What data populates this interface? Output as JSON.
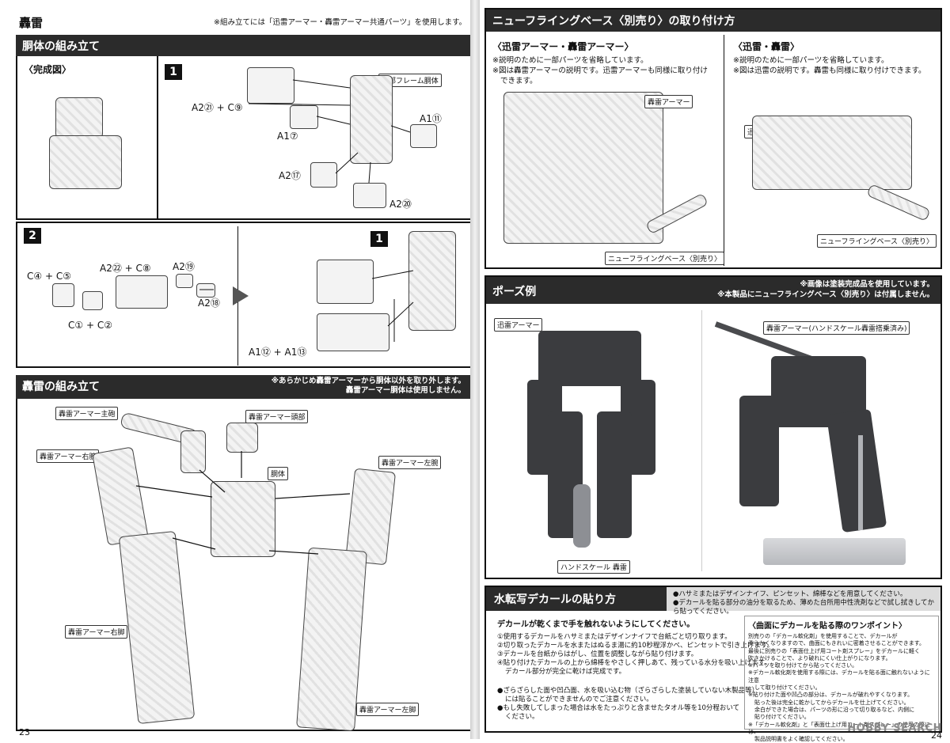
{
  "left": {
    "title": "轟雷",
    "top_note": "※組み立てには「迅雷アーマー・轟雷アーマー共通パーツ」を使用します。",
    "torso_section": {
      "header": "胴体の組み立て",
      "complete_label": "〈完成図〉",
      "step1": {
        "num": "1",
        "tag": "内部フレーム胴体",
        "labels": [
          "A2㉑ + C⑨",
          "A1⑦",
          "A1⑪",
          "A2⑰",
          "A2⑳"
        ]
      },
      "step2": {
        "num": "2",
        "labels": [
          "C④ + C⑤",
          "A2㉒ + C⑧",
          "A2⑲",
          "A2⑱",
          "C① + C②",
          "A1⑫ + A1⑬"
        ],
        "ref_num": "1"
      }
    },
    "assembly_section": {
      "header": "轟雷の組み立て",
      "note1": "※あらかじめ轟雷アーマーから胴体以外を取り外します。",
      "note2": "轟雷アーマー胴体は使用しません。",
      "labels": {
        "cannon": "轟雷アーマー主砲",
        "head": "轟雷アーマー頭部",
        "right_arm": "轟雷アーマー右腕",
        "left_arm": "轟雷アーマー左腕",
        "torso": "胴体",
        "right_leg": "轟雷アーマー右脚",
        "left_leg": "轟雷アーマー左脚"
      }
    },
    "page_num": "23"
  },
  "right": {
    "base_section": {
      "header": "ニューフライングベース〈別売り〉の取り付け方",
      "sub1": {
        "title": "〈迅雷アーマー・轟雷アーマー〉",
        "notes": [
          "※説明のために一部パーツを省略しています。",
          "※図は轟雷アーマーの説明です。迅雷アーマーも同様に取り付け",
          "できます。"
        ],
        "tag_armor": "轟雷アーマー",
        "tag_base": "ニューフライングベース〈別売り〉"
      },
      "sub2": {
        "title": "〈迅雷・轟雷〉",
        "notes": [
          "※説明のために一部パーツを省略しています。",
          "※図は迅雷の説明です。轟雷も同様に取り付けできます。"
        ],
        "tag_unit": "迅雷",
        "tag_base": "ニューフライングベース〈別売り〉"
      }
    },
    "pose_section": {
      "header": "ポーズ例",
      "notes": [
        "※画像は塗装完成品を使用しています。",
        "※本製品にニューフライングベース〈別売り〉は付属しません。"
      ],
      "tag_left": "迅雷アーマー",
      "tag_left_bottom": "ハンドスケール 轟雷",
      "tag_right": "轟雷アーマー(ハンドスケール轟雷搭乗済み)"
    },
    "decal_section": {
      "header": "水転写デカールの貼り方",
      "header_notes": [
        "●ハサミまたはデザインナイフ、ピンセット、綿棒などを用意してください。",
        "●デカールを貼る部分の油分を取るため、薄めた台所用中性洗剤などで試し拭きしてから貼ってください。"
      ],
      "warn": "デカールが乾くまで手を触れないようにしてください。",
      "steps": [
        "①使用するデカールをハサミまたはデザインナイフで台紙ごと切り取ります。",
        "②切り取ったデカールを水またはぬるま湯に約10秒程浮かべ、ピンセットで引き上げます。",
        "③デカールを台紙からはがし、位置を調整しながら貼り付けます。",
        "④貼り付けたデカールの上から綿棒をやさしく押しあて、残っている水分を吸い上げます。",
        "デカール部分が完全に乾けば完成です。"
      ],
      "bullets": [
        "●ざらざらした面や凹凸面、水を吸い込む物（ざらざらした塗装していない木製品等）",
        "には貼ることができませんのでご注意ください。",
        "●もし失敗してしまった場合は水をたっぷりと含ませたタオル等を10分程おいて",
        "ください。"
      ],
      "tip": {
        "title": "〈曲面にデカールを貼る際のワンポイント〉",
        "lines": [
          "別売りの「デカール軟化剤」を使用することで、デカールが",
          "柔らかくなりますので、曲面にもきれいに密着させることができます。",
          "最後に別売りの「表面仕上げ用コート剤スプレー」をデカールに軽く",
          "吹きかけることで、より破れにくい仕上がりになります。",
          "※パーツを取り付けてから貼ってください。",
          "※デカール軟化剤を使用する際には、デカールを貼る面に触れないように注意",
          "して取り付けてください。",
          "※貼り付けた面や凹凸の部分は、デカールが破れやすくなります。",
          "貼った後は完全に乾かしてからデカールを仕上げてください。",
          "余白ができた場合は、パーツの形に沿って切り取るなど、内側に",
          "貼り付けてください。",
          "※「デカール軟化剤」と「表面仕上げ用コート剤スプレー」の使用の際には、",
          "製品説明書をよく確認してください。"
        ]
      }
    },
    "page_num": "24",
    "watermark": "HOBBY SEARCH"
  }
}
